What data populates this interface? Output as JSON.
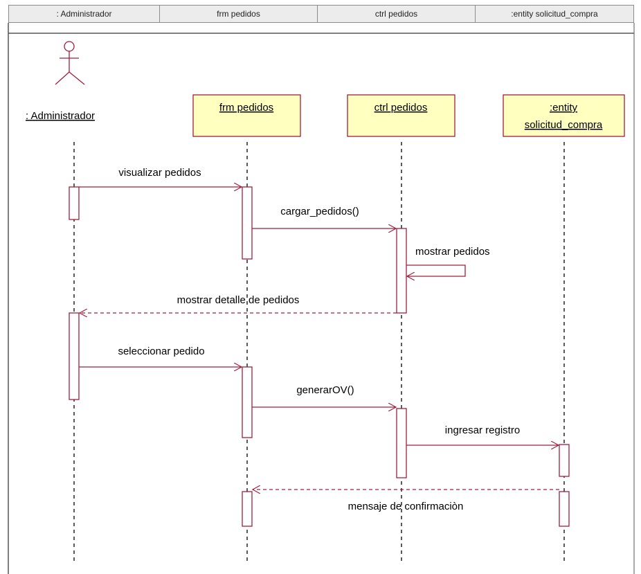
{
  "header_columns": [
    {
      "label": ": Administrador"
    },
    {
      "label": "frm pedidos"
    },
    {
      "label": "ctrl pedidos"
    },
    {
      "label": ":entity solicitud_compra"
    }
  ],
  "actor": {
    "label": ": Administrador"
  },
  "objects": [
    {
      "lines": [
        "frm pedidos"
      ]
    },
    {
      "lines": [
        "ctrl pedidos"
      ]
    },
    {
      "lines": [
        ":entity",
        "solicitud_compra"
      ]
    }
  ],
  "messages": [
    {
      "label": "visualizar pedidos",
      "kind": "sync"
    },
    {
      "label": "cargar_pedidos()",
      "kind": "sync"
    },
    {
      "label": "mostrar pedidos",
      "kind": "self"
    },
    {
      "label": "mostrar detalle de pedidos",
      "kind": "return"
    },
    {
      "label": "seleccionar pedido",
      "kind": "sync"
    },
    {
      "label": "generarOV()",
      "kind": "sync"
    },
    {
      "label": "ingresar registro",
      "kind": "sync"
    },
    {
      "label": "mensaje de confirmaciòn",
      "kind": "return"
    }
  ],
  "colors": {
    "line": "#a01e3c",
    "object_fill": "#ffffc0",
    "header_bg": "#ececec",
    "lifeline": "#000000"
  }
}
